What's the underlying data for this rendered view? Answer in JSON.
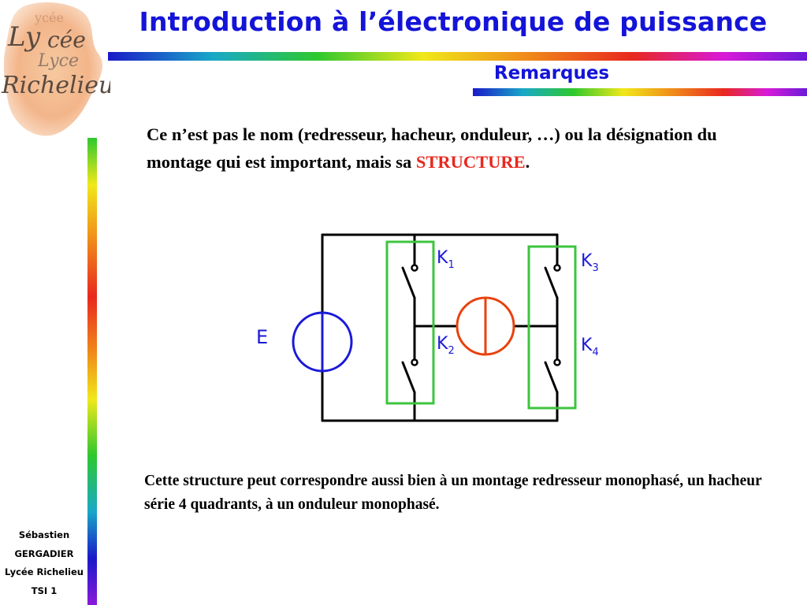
{
  "header": {
    "title": "Introduction à l’électronique de puissance",
    "subtitle": "Remarques"
  },
  "logo": {
    "text": "Lycée Richelieu"
  },
  "content": {
    "paragraph1_prefix": "Ce n’est pas le nom (redresseur, hacheur, onduleur, …) ou la désignation du montage qui est important, mais sa ",
    "paragraph1_highlight": "STRUCTURE",
    "paragraph1_suffix": ".",
    "paragraph2": "Cette structure peut correspondre aussi bien à un montage redresseur monophasé, un hacheur série 4 quadrants, à un onduleur monophasé."
  },
  "circuit": {
    "source_label": "E",
    "switches": [
      {
        "letter": "K",
        "index": "1"
      },
      {
        "letter": "K",
        "index": "2"
      },
      {
        "letter": "K",
        "index": "3"
      },
      {
        "letter": "K",
        "index": "4"
      }
    ]
  },
  "footer": {
    "line1": "Sébastien",
    "line2": "GERGADIER",
    "line3": "Lycée Richelieu",
    "line4": "TSI 1"
  },
  "colors": {
    "title_blue": "#1414d8",
    "highlight_red": "#e8281e",
    "switch_box_green": "#3ec43e",
    "load_orange": "#e8420e",
    "source_blue": "#1a1ad8"
  }
}
